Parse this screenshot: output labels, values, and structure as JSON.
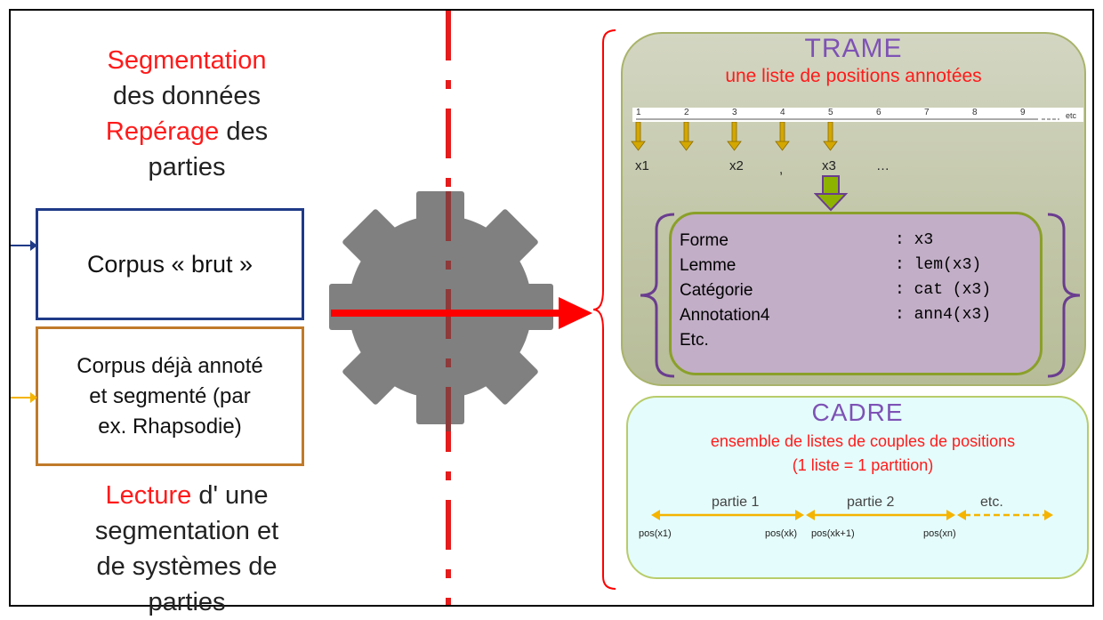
{
  "left": {
    "top_block": {
      "seg_word": "Segmentation",
      "seg_rest": "des données",
      "rep_word": "Repérage",
      "rep_rest": " des",
      "parts": "parties"
    },
    "box_brut": "Corpus « brut »",
    "box_annote": [
      "Corpus déjà annoté",
      "et segmenté (par",
      "ex. Rhapsodie)"
    ],
    "bottom_block": {
      "lecture_word": "Lecture",
      "lecture_rest": " d' une",
      "line2": "segmentation et",
      "line3": "de systèmes de",
      "line4": "parties"
    }
  },
  "trame": {
    "title": "TRAME",
    "subtitle": "une liste de positions annotées",
    "ruler_ticks": [
      "1",
      "2",
      "3",
      "4",
      "5",
      "6",
      "7",
      "8",
      "9"
    ],
    "ruler_end": "etc",
    "x_label1": "x1",
    "x_label2": "x2",
    "comma": ",",
    "x_label3": "x3",
    "ellipsis": "…",
    "attributes": [
      {
        "name": "Forme",
        "value": ": x3"
      },
      {
        "name": "Lemme",
        "value": ": lem(x3)"
      },
      {
        "name": "Catégorie",
        "value": ": cat (x3)"
      },
      {
        "name": "Annotation4",
        "value": ": ann4(x3)"
      },
      {
        "name": "Etc.",
        "value": ""
      }
    ]
  },
  "cadre": {
    "title": "CADRE",
    "subtitle1": "ensemble de listes de couples de positions",
    "subtitle2": "(1 liste = 1 partition)",
    "part1": "partie 1",
    "part2": "partie 2",
    "part_etc": "etc.",
    "pos1": "pos(x1)",
    "pos2": "pos(xk)",
    "pos3": "pos(xk+1)",
    "pos4": "pos(xn)"
  },
  "colors": {
    "red": "#ff1a1a",
    "purple_title": "#7e52b5",
    "gear": "#808080",
    "brut_border": "#1f3a87",
    "annote_border": "#c07a2a",
    "gold": "#f5b400"
  }
}
